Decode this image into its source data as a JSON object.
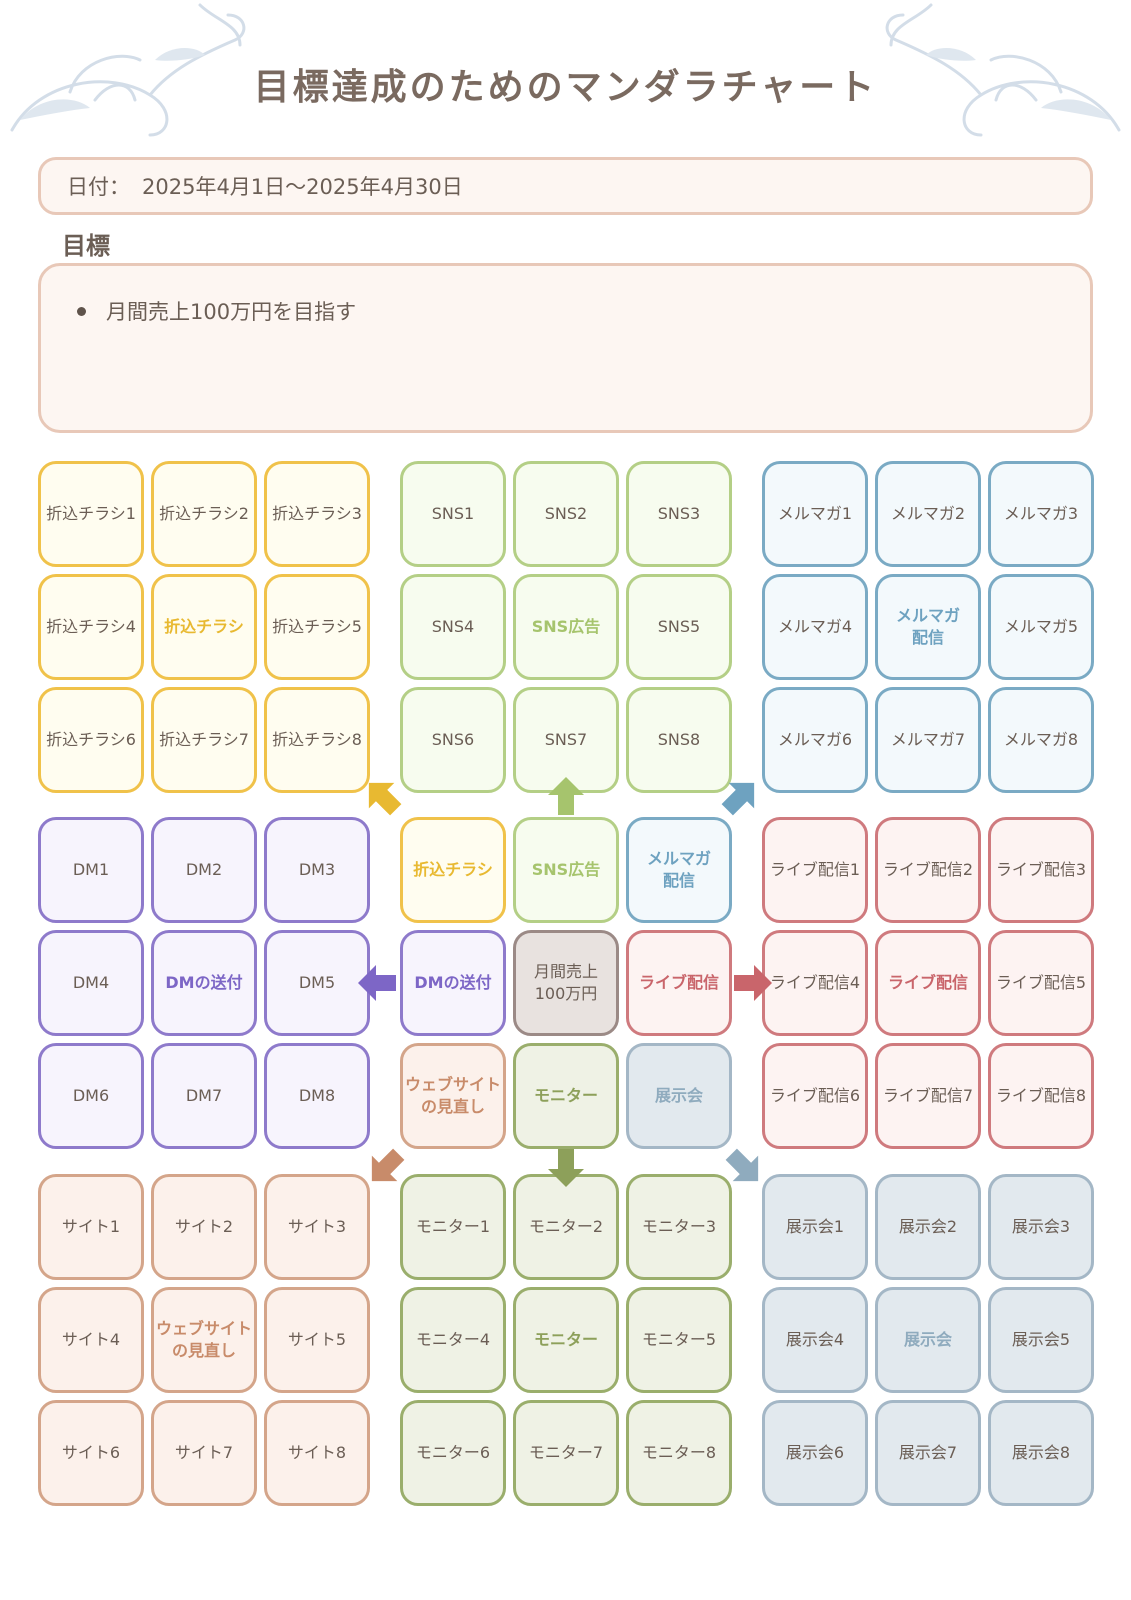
{
  "title": "目標達成のためのマンダラチャート",
  "date": {
    "label": "日付：",
    "value": "2025年4月1日～2025年4月30日"
  },
  "goal": {
    "heading": "目標",
    "items": [
      "月間売上100万円を目指す"
    ]
  },
  "colors": {
    "yellow": {
      "border": "#f0c24a",
      "fill": "#fffdf0",
      "accent": "#e8b931"
    },
    "green": {
      "border": "#b4cf86",
      "fill": "#f7fcef",
      "accent": "#a6c46d"
    },
    "blue": {
      "border": "#7aaac4",
      "fill": "#f3f9fc",
      "accent": "#6ea2c0"
    },
    "purple": {
      "border": "#8e7acb",
      "fill": "#f7f4fd",
      "accent": "#7d66c6"
    },
    "red": {
      "border": "#cf7a7e",
      "fill": "#fdf3f2",
      "accent": "#c9656b"
    },
    "orange": {
      "border": "#d4a58a",
      "fill": "#fcf1eb",
      "accent": "#c88b6a"
    },
    "olive": {
      "border": "#9aae6c",
      "fill": "#eff2e5",
      "accent": "#8da05a"
    },
    "slate": {
      "border": "#a4b7c6",
      "fill": "#e2e9ee",
      "accent": "#8fabbe"
    },
    "core": {
      "border": "#9b8a86",
      "fill": "#e8e2df"
    }
  },
  "chart": {
    "core": {
      "text": "月間売上\n100万円"
    },
    "themes": [
      {
        "id": "yellow",
        "text": "折込チラシ",
        "cells": [
          "折込チラシ1",
          "折込チラシ2",
          "折込チラシ3",
          "折込チラシ4",
          "折込チラシ5",
          "折込チラシ6",
          "折込チラシ7",
          "折込チラシ8"
        ]
      },
      {
        "id": "green",
        "text": "SNS広告",
        "cells": [
          "SNS1",
          "SNS2",
          "SNS3",
          "SNS4",
          "SNS5",
          "SNS6",
          "SNS7",
          "SNS8"
        ]
      },
      {
        "id": "blue",
        "text": "メルマガ\n配信",
        "cells": [
          "メルマガ1",
          "メルマガ2",
          "メルマガ3",
          "メルマガ4",
          "メルマガ5",
          "メルマガ6",
          "メルマガ7",
          "メルマガ8"
        ]
      },
      {
        "id": "purple",
        "text": "DMの送付",
        "cells": [
          "DM1",
          "DM2",
          "DM3",
          "DM4",
          "DM5",
          "DM6",
          "DM7",
          "DM8"
        ]
      },
      {
        "id": "red",
        "text": "ライブ配信",
        "cells": [
          "ライブ配信1",
          "ライブ配信2",
          "ライブ配信3",
          "ライブ配信4",
          "ライブ配信5",
          "ライブ配信6",
          "ライブ配信7",
          "ライブ配信8"
        ]
      },
      {
        "id": "orange",
        "text": "ウェブサイト\nの見直し",
        "cells": [
          "サイト1",
          "サイト2",
          "サイト3",
          "サイト4",
          "サイト5",
          "サイト6",
          "サイト7",
          "サイト8"
        ]
      },
      {
        "id": "olive",
        "text": "モニター",
        "cells": [
          "モニター1",
          "モニター2",
          "モニター3",
          "モニター4",
          "モニター5",
          "モニター6",
          "モニター7",
          "モニター8"
        ]
      },
      {
        "id": "slate",
        "text": "展示会",
        "cells": [
          "展示会1",
          "展示会2",
          "展示会3",
          "展示会4",
          "展示会5",
          "展示会6",
          "展示会7",
          "展示会8"
        ]
      }
    ]
  }
}
